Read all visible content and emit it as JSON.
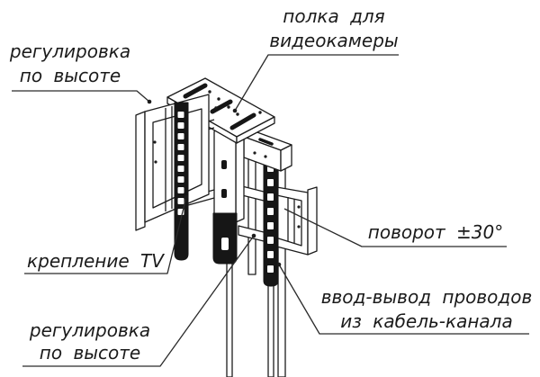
{
  "diagram": {
    "title": "TV stand bracket technical drawing",
    "background_color": "#ffffff",
    "line_color": "#1c1c1c",
    "labels": {
      "camera_shelf": {
        "line1": "полка для",
        "line2": "видеокамеры"
      },
      "height_adjustment_top": {
        "line1": "регулировка",
        "line2": "по высоте"
      },
      "tv_mount": {
        "text": "крепление TV"
      },
      "height_adjustment_bottom": {
        "line1": "регулировка",
        "line2": "по высоте"
      },
      "rotation": {
        "text": "поворот ±30°"
      },
      "cable_channel": {
        "line1": "ввод-вывод проводов",
        "line2": "из кабель-канала"
      }
    }
  }
}
